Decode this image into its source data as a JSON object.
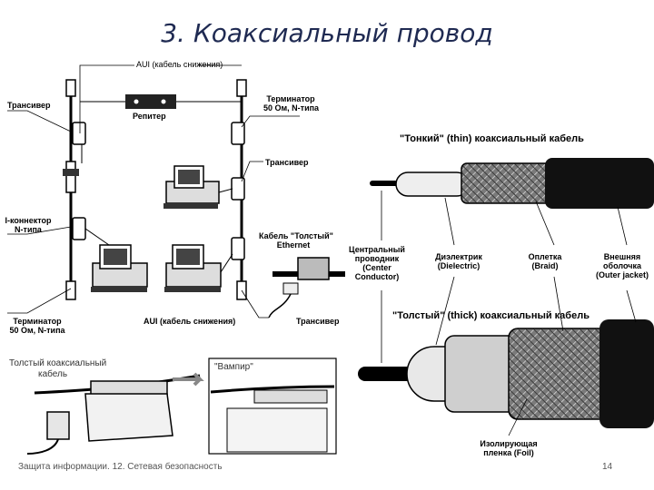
{
  "title": "3. Коаксиальный провод",
  "network_diagram": {
    "aui_top": "AUI (кабель снижения)",
    "transceiver_left": "Трансивер",
    "repeater": "Репитер",
    "terminator_top_line1": "Терминатор",
    "terminator_top_line2": "50 Ом, N-типа",
    "transceiver_right": "Трансивер",
    "i_connector_line1": "I-коннектор",
    "i_connector_line2": "N-типа",
    "thick_cable_line1": "Кабель \"Толстый\"",
    "thick_cable_line2": "Ethernet",
    "terminator_bottom_line1": "Терминатор",
    "terminator_bottom_line2": "50 Ом, N-типа",
    "aui_bottom": "AUI (кабель снижения)",
    "transceiver_bottom": "Трансивер"
  },
  "vampire_diagram": {
    "thick_cable_line1": "Толстый коаксиальный",
    "thick_cable_line2": "кабель",
    "vampire": "\"Вампир\""
  },
  "cable_diagram": {
    "thin_header": "\"Тонкий\" (thin) коаксиальный кабель",
    "thick_header": "\"Толстый\" (thick) коаксиальный кабель",
    "center_line1": "Центральный",
    "center_line2": "проводник",
    "center_line3": "(Center",
    "center_line4": "Conductor)",
    "dielectric_line1": "Диэлектрик",
    "dielectric_line2": "(Dielectric)",
    "braid_line1": "Оплетка",
    "braid_line2": "(Braid)",
    "outer_line1": "Внешняя",
    "outer_line2": "оболочка",
    "outer_line3": "(Outer jacket)",
    "foil_line1": "Изолирующая",
    "foil_line2": "пленка (Foil)"
  },
  "footer": {
    "text": "Защита информации. 12. Сетевая безопасность",
    "page": "14"
  },
  "colors": {
    "title": "#1f2a52",
    "jacket": "#111111",
    "braid": "#8a8a8a"
  }
}
